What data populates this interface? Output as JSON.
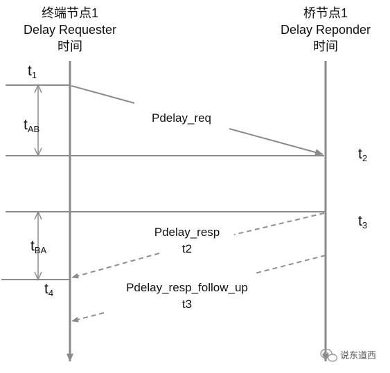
{
  "left_node": {
    "title": "终端节点1",
    "role": "Delay Requester",
    "axis": "时间"
  },
  "right_node": {
    "title": "桥节点1",
    "role": "Delay Reponder",
    "axis": "时间"
  },
  "messages": {
    "req": "Pdelay_req",
    "resp": "Pdelay_resp",
    "resp_ts": "t2",
    "follow": "Pdelay_resp_follow_up",
    "follow_ts": "t3"
  },
  "timestamps": {
    "t1": {
      "base": "t",
      "sub": "1"
    },
    "t2": {
      "base": "t",
      "sub": "2"
    },
    "t3": {
      "base": "t",
      "sub": "3"
    },
    "t4": {
      "base": "t",
      "sub": "4"
    },
    "tAB": {
      "base": "t",
      "sub": "AB"
    },
    "tBA": {
      "base": "t",
      "sub": "BA"
    }
  },
  "watermark": {
    "icon": "wechat-icon",
    "text": "说东道西"
  },
  "colors": {
    "line": "#8a8a8a",
    "dashed": "#8f8f8f",
    "text": "#111111"
  }
}
